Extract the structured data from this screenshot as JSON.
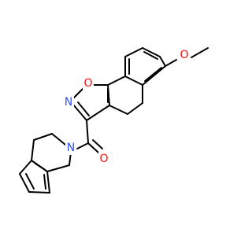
{
  "molecule": {
    "atoms": [
      {
        "label": "O",
        "color": "#ff0d0d"
      },
      {
        "label": "O",
        "color": "#ff0d0d"
      },
      {
        "label": "N",
        "color": "#3050f8"
      },
      {
        "label": "O",
        "color": "#ff0d0d"
      },
      {
        "label": "N",
        "color": "#3050f8"
      }
    ]
  }
}
